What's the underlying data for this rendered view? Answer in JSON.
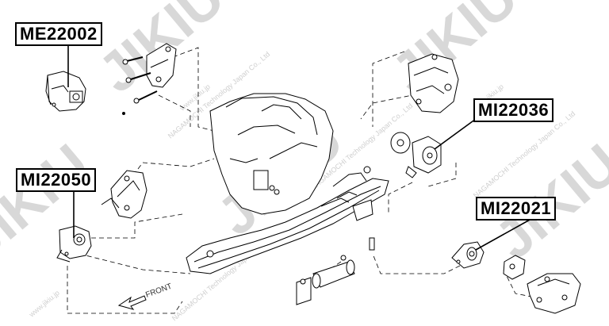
{
  "labels": {
    "me22002": "ME22002",
    "mi22050": "MI22050",
    "mi22036": "MI22036",
    "mi22021": "MI22021"
  },
  "front_label": "FRONT",
  "watermark": {
    "brand": "JIKIU",
    "url": "www.jikiu.jp",
    "company": "NAGAMOCHI Technology Japan Co., Ltd"
  },
  "colors": {
    "line": "#000000",
    "watermark": "#d8d8d8",
    "background": "#ffffff"
  }
}
